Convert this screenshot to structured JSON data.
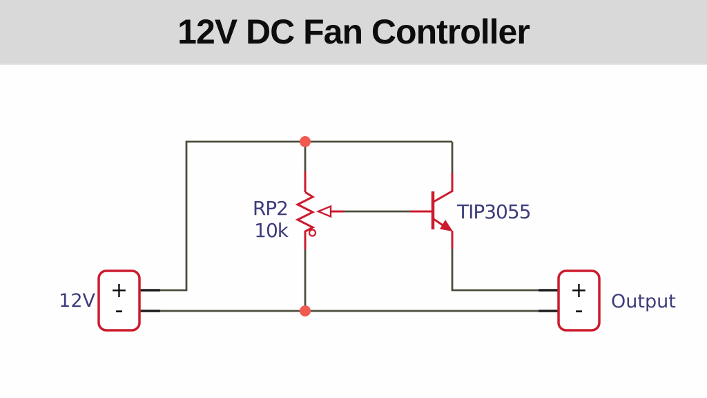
{
  "title": "12V DC Fan Controller",
  "diagram": {
    "type": "circuit-schematic",
    "components": {
      "potentiometer": {
        "ref": "RP2",
        "value": "10k"
      },
      "transistor": {
        "ref": "TIP3055"
      },
      "source": {
        "label": "12V",
        "plus": "+",
        "minus": "-"
      },
      "output": {
        "label": "Output",
        "plus": "+",
        "minus": "-"
      }
    },
    "colors": {
      "header_bg": "#d9d9d9",
      "wire": "#4d4d3e",
      "component_red": "#cc1b2e",
      "junction_dot": "#f2594f",
      "label_text": "#3d3d7c",
      "terminal_text": "#111111",
      "pin_stub": "#1c1c1c",
      "title_text": "#0d0d0d"
    }
  }
}
